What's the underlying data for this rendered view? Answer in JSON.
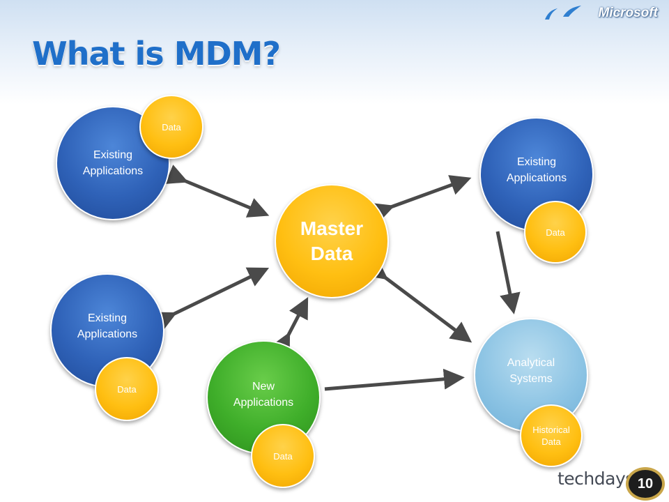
{
  "slide": {
    "title": "What is MDM?",
    "brand": "Microsoft",
    "footer_brand": "techdays",
    "footer_badge": "10"
  },
  "nodes": {
    "master": "Master\nData",
    "existing_top_left": "Existing\nApplications",
    "existing_mid_left": "Existing\nApplications",
    "existing_right": "Existing\nApplications",
    "new_apps": "New\nApplications",
    "analytical": "Analytical\nSystems"
  },
  "badges": {
    "top_left": "Data",
    "mid_left": "Data",
    "right": "Data",
    "new_apps": "Data",
    "analytical": "Historical\nData"
  },
  "colors": {
    "title": "#1f6fc9",
    "app_blue": "#2f62b8",
    "data_orange": "#ffbf12",
    "new_green": "#3fae2a",
    "analytical_light_blue": "#8dc4e4",
    "arrow": "#4a4a4a"
  }
}
